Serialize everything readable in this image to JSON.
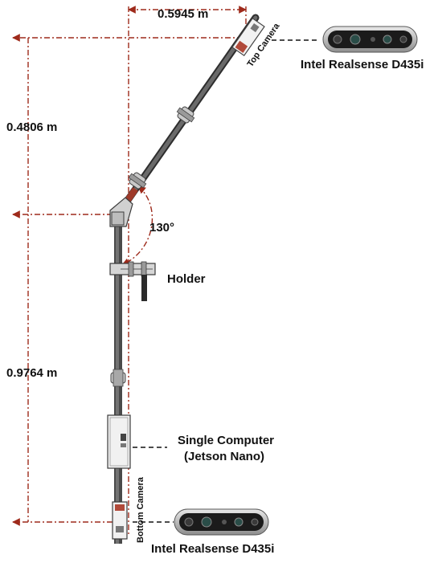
{
  "dimensions": {
    "width_top": "0.5945 m",
    "height_upper": "0.4806 m",
    "height_lower": "0.9764 m",
    "angle": "130°"
  },
  "labels": {
    "top_camera": "Top Camera",
    "bottom_camera": "Bottom Camera",
    "holder": "Holder",
    "computer_line1": "Single Computer",
    "computer_line2": "(Jetson Nano)",
    "camera_model_top": "Intel Realsense D435i",
    "camera_model_bottom": "Intel Realsense D435i"
  },
  "colors": {
    "dimension_line": "#9e2a1b",
    "pole": "#4a4a4a",
    "text": "#111111"
  }
}
